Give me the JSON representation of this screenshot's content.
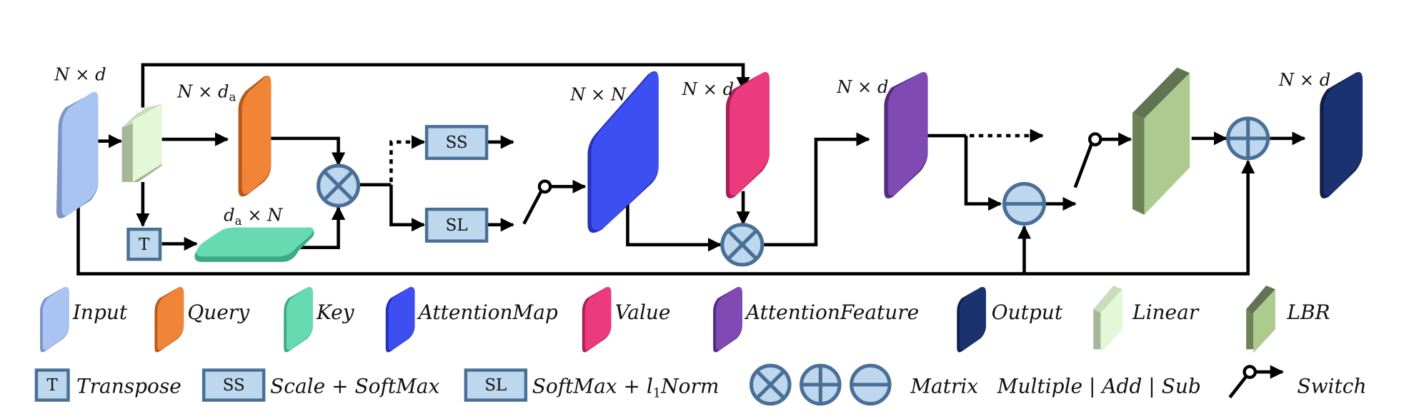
{
  "diagram": {
    "nodes": {
      "input": {
        "label": "N × d",
        "color": "#a9c4f2",
        "shade": "#7d95c4"
      },
      "linear": {
        "color": "#e4f7d6",
        "shade": "#a3b898",
        "top": "#c9dcbc"
      },
      "query": {
        "label": "N × d",
        "label_sub": "a",
        "color": "#f08538",
        "shade": "#b8591b"
      },
      "key": {
        "label": "d",
        "label_sub": "a",
        "label_rest": " × N",
        "color": "#66dbb2",
        "shade": "#3fa886"
      },
      "transpose": {
        "text": "T"
      },
      "ss": {
        "text": "SS"
      },
      "sl": {
        "text": "SL"
      },
      "attention_map": {
        "label": "N × N",
        "color": "#3e4ff2",
        "shade": "#2332b8"
      },
      "value": {
        "label": "N × d",
        "color": "#ec3a7f",
        "shade": "#a81f55"
      },
      "attention_feature": {
        "label": "N × d",
        "color": "#7f4ab3",
        "shade": "#53297d"
      },
      "lbr": {
        "color": "#aecb8f",
        "shade": "#6e8258",
        "top": "#617352"
      },
      "output": {
        "label": "N × d",
        "color": "#1a3370",
        "shade": "#0f1f48"
      }
    }
  },
  "legend": {
    "row1": [
      {
        "name": "Input",
        "color": "#a9c4f2",
        "shade": "#7d95c4"
      },
      {
        "name": "Query",
        "color": "#f08538",
        "shade": "#b8591b"
      },
      {
        "name": "Key",
        "color": "#66dbb2",
        "shade": "#3fa886"
      },
      {
        "name": "AttentionMap",
        "color": "#3e4ff2",
        "shade": "#2332b8"
      },
      {
        "name": "Value",
        "color": "#ec3a7f",
        "shade": "#a81f55"
      },
      {
        "name": "AttentionFeature",
        "color": "#7f4ab3",
        "shade": "#53297d"
      },
      {
        "name": "Output",
        "color": "#1a3370",
        "shade": "#0f1f48"
      },
      {
        "name": "Linear"
      },
      {
        "name": "LBR"
      }
    ],
    "row2": {
      "transpose": {
        "box": "T",
        "text": "Transpose"
      },
      "ss": {
        "box": "SS",
        "text": "Scale + SoftMax"
      },
      "sl": {
        "box": "SL",
        "text_pre": "SoftMax + l",
        "text_sub": "1",
        "text_post": "Norm"
      },
      "ops": {
        "text": "Matrix   Multiple | Add | Sub"
      },
      "switch": {
        "text": "Switch"
      }
    }
  }
}
